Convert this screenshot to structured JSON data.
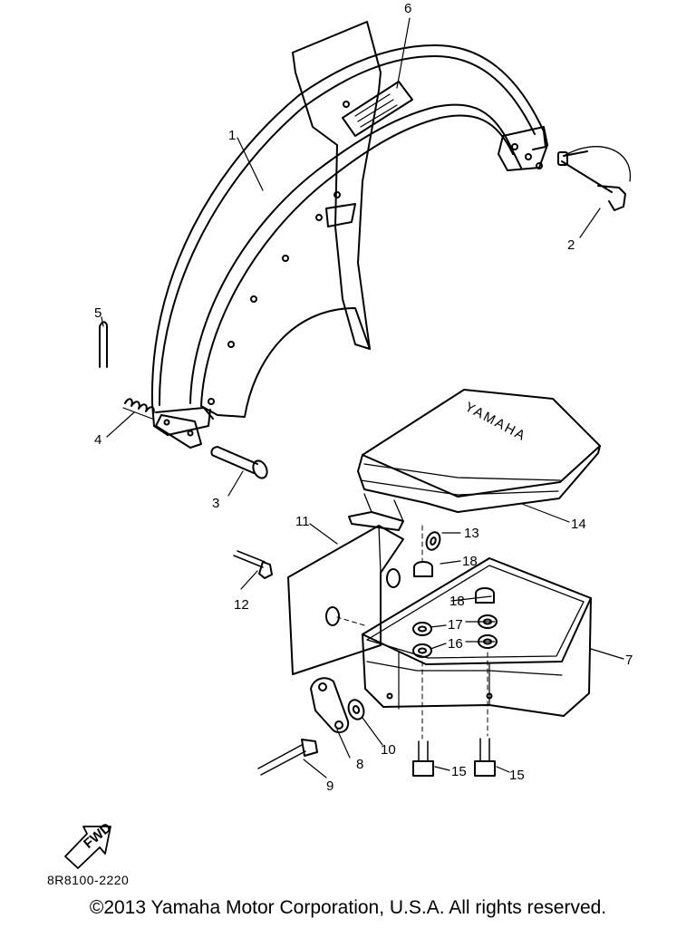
{
  "callouts": [
    {
      "id": "1",
      "label": "1"
    },
    {
      "id": "2",
      "label": "2"
    },
    {
      "id": "3",
      "label": "3"
    },
    {
      "id": "4",
      "label": "4"
    },
    {
      "id": "5",
      "label": "5"
    },
    {
      "id": "6",
      "label": "6"
    },
    {
      "id": "7",
      "label": "7"
    },
    {
      "id": "8",
      "label": "8"
    },
    {
      "id": "9",
      "label": "9"
    },
    {
      "id": "10",
      "label": "10"
    },
    {
      "id": "11",
      "label": "11"
    },
    {
      "id": "12",
      "label": "12"
    },
    {
      "id": "13",
      "label": "13"
    },
    {
      "id": "14",
      "label": "14"
    },
    {
      "id": "15a",
      "label": "15"
    },
    {
      "id": "15b",
      "label": "15"
    },
    {
      "id": "16",
      "label": "16"
    },
    {
      "id": "17",
      "label": "17"
    },
    {
      "id": "18a",
      "label": "18"
    },
    {
      "id": "18b",
      "label": "18"
    }
  ],
  "cover_emboss": "YAMAHA",
  "fwd_badge": "FWD",
  "part_number": "8R8100-2220",
  "copyright": "©2013 Yamaha Motor Corporation, U.S.A. All rights reserved."
}
